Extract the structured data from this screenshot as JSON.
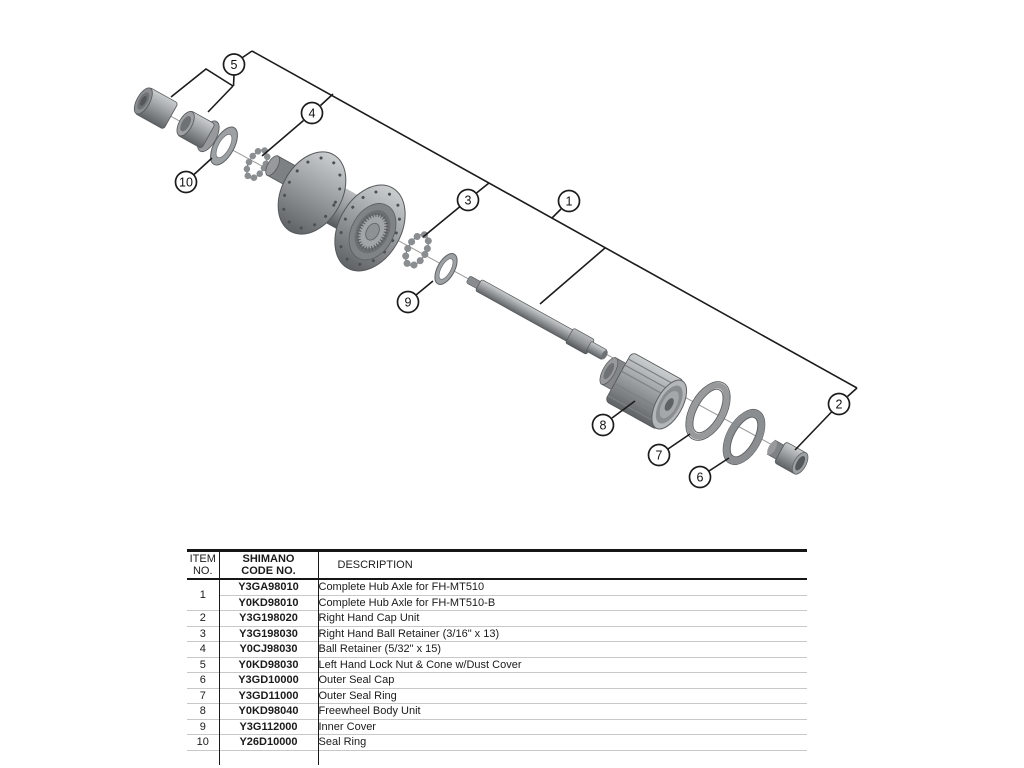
{
  "diagram": {
    "callouts": {
      "c1": "1",
      "c2": "2",
      "c3": "3",
      "c4": "4",
      "c5": "5",
      "c6": "6",
      "c7": "7",
      "c8": "8",
      "c9": "9",
      "c10": "10"
    }
  },
  "table": {
    "headers": {
      "item_line1": "ITEM",
      "item_line2": "NO.",
      "code_line1": "SHIMANO",
      "code_line2": "CODE NO.",
      "desc": "DESCRIPTION"
    },
    "rows": [
      {
        "item": "1",
        "item_rowspan": 2,
        "code": "Y3GA98010",
        "desc": "Complete Hub Axle for FH-MT510"
      },
      {
        "item": null,
        "code": "Y0KD98010",
        "desc": "Complete Hub Axle for FH-MT510-B"
      },
      {
        "item": "2",
        "code": "Y3G198020",
        "desc": "Right Hand Cap Unit"
      },
      {
        "item": "3",
        "code": "Y3G198030",
        "desc": "Right Hand Ball Retainer (3/16\" x 13)"
      },
      {
        "item": "4",
        "code": "Y0CJ98030",
        "desc": "Ball Retainer (5/32\" x 15)"
      },
      {
        "item": "5",
        "code": "Y0KD98030",
        "desc": "Left Hand Lock Nut & Cone w/Dust Cover"
      },
      {
        "item": "6",
        "code": "Y3GD10000",
        "desc": "Outer Seal Cap"
      },
      {
        "item": "7",
        "code": "Y3GD11000",
        "desc": "Outer Seal Ring"
      },
      {
        "item": "8",
        "code": "Y0KD98040",
        "desc": "Freewheel Body Unit"
      },
      {
        "item": "9",
        "code": "Y3G112000",
        "desc": "Inner Cover"
      },
      {
        "item": "10",
        "code": "Y26D10000",
        "desc": "Seal Ring"
      },
      {
        "item": "",
        "code": "",
        "desc": "",
        "partial": true
      }
    ]
  }
}
